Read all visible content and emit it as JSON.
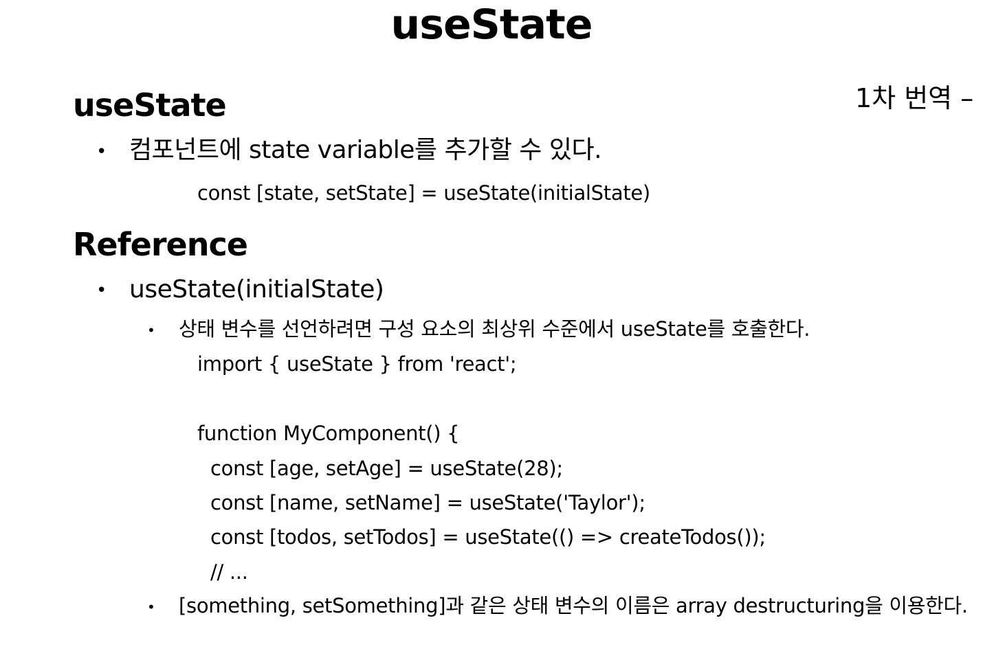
{
  "page_title": "useState",
  "translation_badge": "1차 번역 –",
  "section_usestate": {
    "heading": "useState",
    "bullet": "•",
    "item": "컴포넌트에 state variable를 추가할 수 있다.",
    "signature": "const [state, setState] = useState(initialState)"
  },
  "section_reference": {
    "heading": "Reference",
    "bullet": "•",
    "item": "useState(initialState)",
    "sub_bullet": "•",
    "sub_item_1": "상태 변수를 선언하려면 구성 요소의 최상위 수준에서 useState를 호출한다.",
    "code": {
      "line_1": "import { useState } from 'react';",
      "line_2": "function MyComponent() {",
      "line_3": "const [age, setAge] = useState(28);",
      "line_4": "const [name, setName] = useState('Taylor');",
      "line_5": "const [todos, setTodos] = useState(() => createTodos());",
      "line_6": "// ..."
    },
    "sub_item_2": "[something, setSomething]과 같은 상태 변수의 이름은 array destructuring을 이용한다."
  }
}
